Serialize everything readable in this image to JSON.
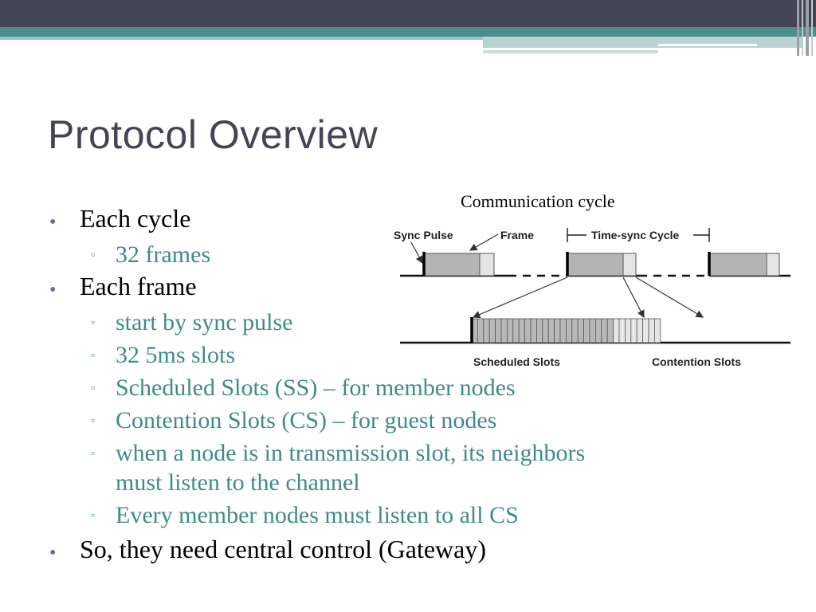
{
  "slide": {
    "title": "Protocol Overview",
    "diagram_caption": "Communication cycle"
  },
  "diagram": {
    "labels": {
      "sync_pulse": "Sync Pulse",
      "frame": "Frame",
      "time_sync_cycle": "Time-sync Cycle",
      "scheduled_slots": "Scheduled Slots",
      "contention_slots": "Contention Slots"
    }
  },
  "bullets": [
    {
      "text": "Each cycle",
      "sub": [
        "32 frames"
      ]
    },
    {
      "text": "Each frame",
      "sub": [
        "start by sync pulse",
        "32 5ms slots",
        "Scheduled Slots (SS) – for member nodes",
        "Contention Slots (CS) – for guest nodes",
        "when a node is in transmission slot, its neighbors",
        "must listen to the channel",
        "Every member nodes must listen to all CS"
      ]
    },
    {
      "text": "So, they need central control (Gateway)",
      "sub": []
    }
  ],
  "colors": {
    "title": "#434455",
    "accent_teal": "#3f8a8a",
    "bullet_purple": "#7b5da3",
    "header_dark": "#434455"
  }
}
